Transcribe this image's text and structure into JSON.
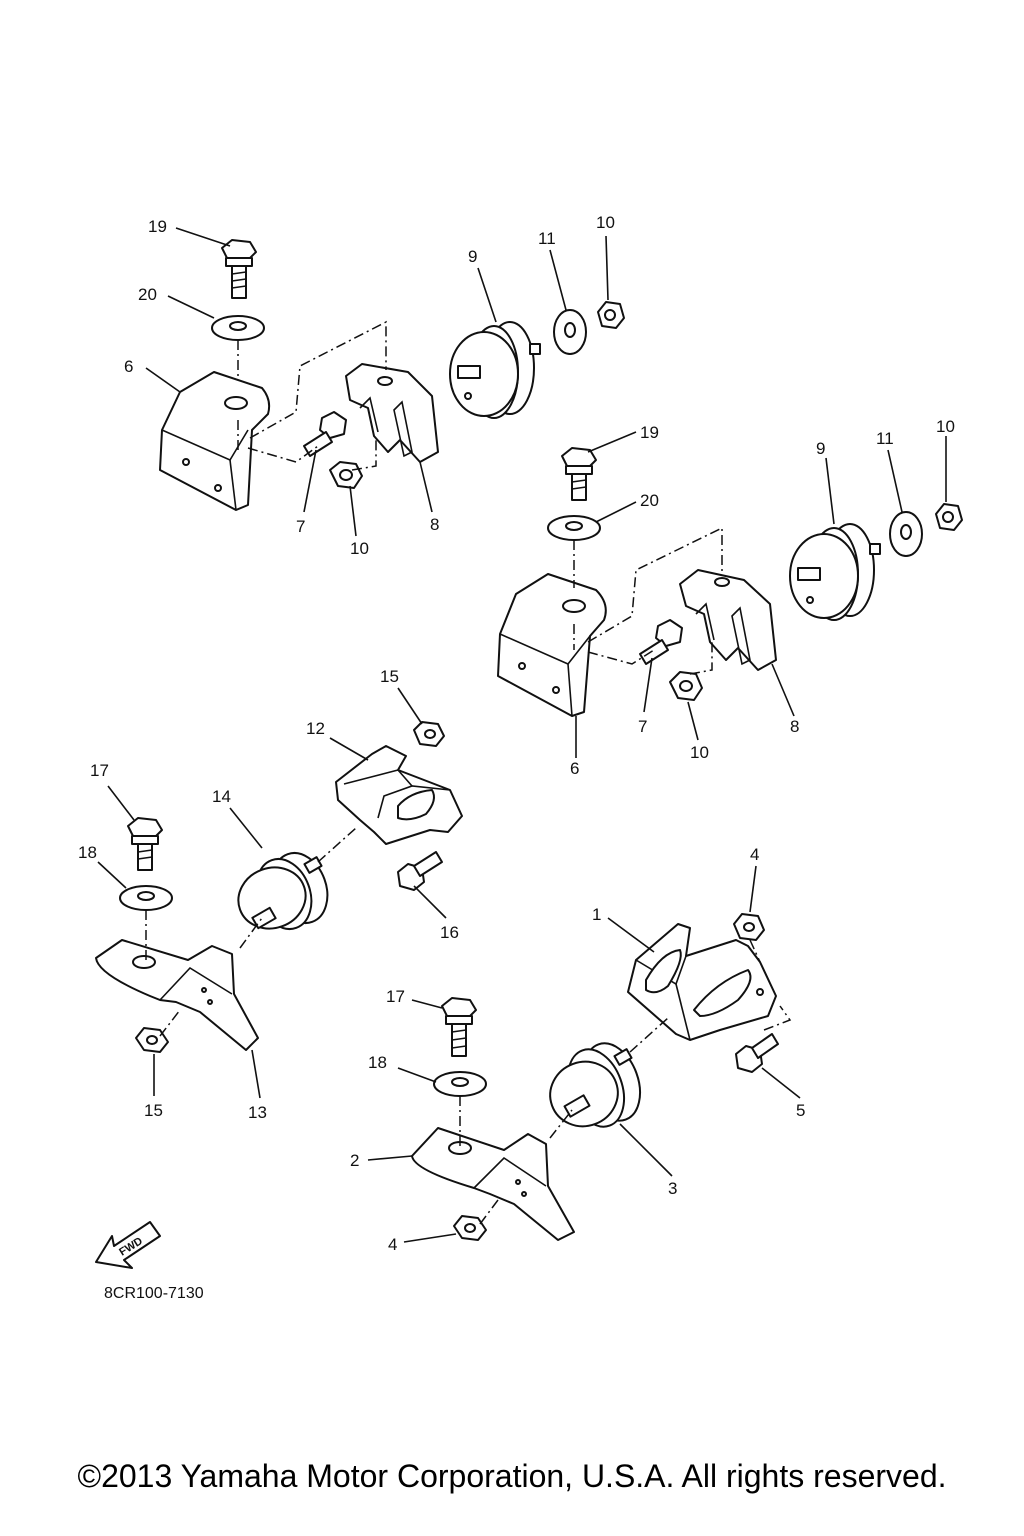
{
  "diagram": {
    "code": "8CR100-7130",
    "fwd_label": "FWD",
    "callouts": [
      {
        "id": "c19a",
        "text": "19"
      },
      {
        "id": "c20a",
        "text": "20"
      },
      {
        "id": "c6a",
        "text": "6"
      },
      {
        "id": "c7a",
        "text": "7"
      },
      {
        "id": "c10a",
        "text": "10"
      },
      {
        "id": "c8a",
        "text": "8"
      },
      {
        "id": "c9a",
        "text": "9"
      },
      {
        "id": "c11a",
        "text": "11"
      },
      {
        "id": "c10b",
        "text": "10"
      },
      {
        "id": "c19b",
        "text": "19"
      },
      {
        "id": "c20b",
        "text": "20"
      },
      {
        "id": "c9b",
        "text": "9"
      },
      {
        "id": "c11b",
        "text": "11"
      },
      {
        "id": "c10c",
        "text": "10"
      },
      {
        "id": "c7b",
        "text": "7"
      },
      {
        "id": "c10d",
        "text": "10"
      },
      {
        "id": "c8b",
        "text": "8"
      },
      {
        "id": "c6b",
        "text": "6"
      },
      {
        "id": "c15a",
        "text": "15"
      },
      {
        "id": "c12",
        "text": "12"
      },
      {
        "id": "c17a",
        "text": "17"
      },
      {
        "id": "c14",
        "text": "14"
      },
      {
        "id": "c18a",
        "text": "18"
      },
      {
        "id": "c16",
        "text": "16"
      },
      {
        "id": "c15b",
        "text": "15"
      },
      {
        "id": "c13",
        "text": "13"
      },
      {
        "id": "c4a",
        "text": "4"
      },
      {
        "id": "c1",
        "text": "1"
      },
      {
        "id": "c17b",
        "text": "17"
      },
      {
        "id": "c18b",
        "text": "18"
      },
      {
        "id": "c5",
        "text": "5"
      },
      {
        "id": "c2",
        "text": "2"
      },
      {
        "id": "c3",
        "text": "3"
      },
      {
        "id": "c4b",
        "text": "4"
      }
    ]
  },
  "footer": {
    "copyright": "©2013 Yamaha Motor Corporation, U.S.A. All rights reserved."
  }
}
